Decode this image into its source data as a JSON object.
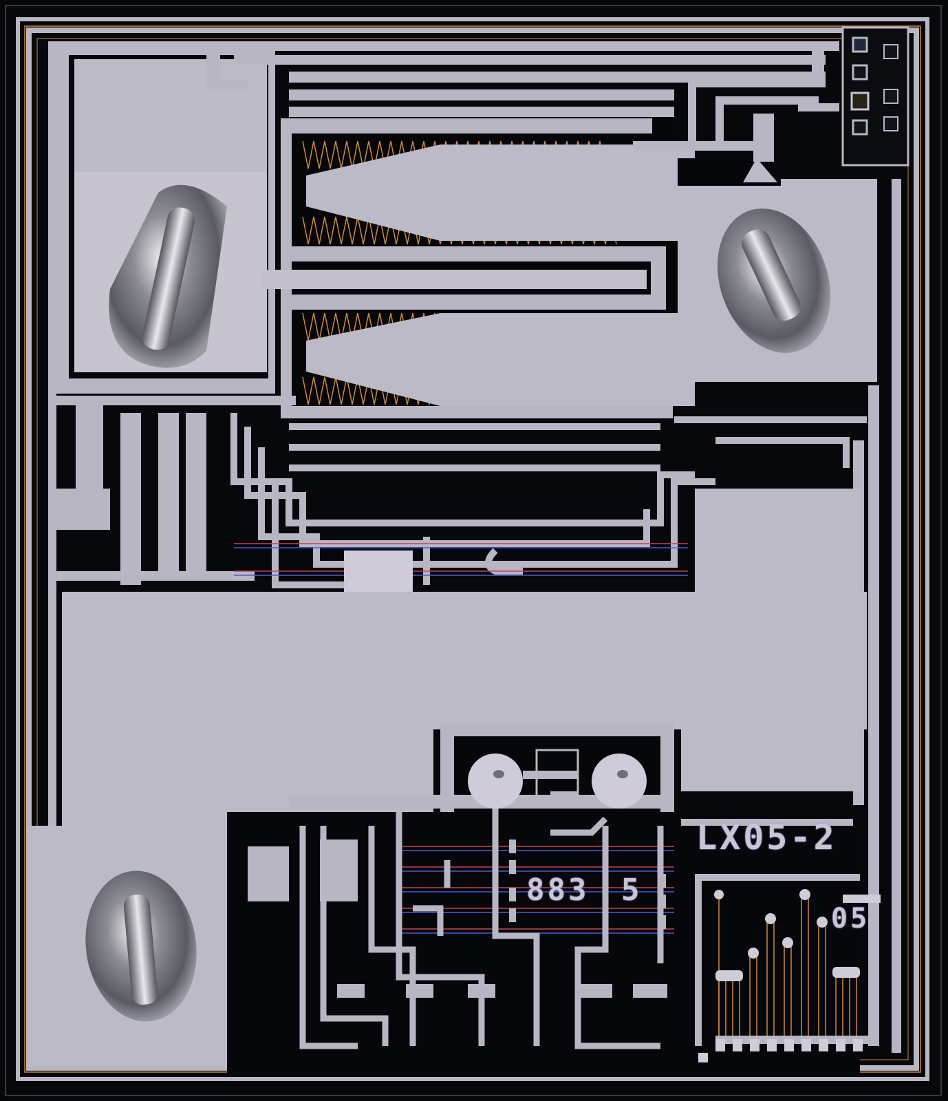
{
  "die": {
    "markings": {
      "part_id": "LX05-2",
      "code": "883",
      "code_suffix": "5",
      "rev": "05"
    },
    "colors": {
      "background": "#06070a",
      "metal": "#b9b6c4",
      "metal_light": "#cfcbd8",
      "trace_orange": "#d08a3a",
      "trace_red": "#c24450",
      "trace_blue": "#4a5cd8",
      "bond_ball": "#9a9aa2"
    },
    "features": {
      "bond_wires": 3,
      "via_pads": 2,
      "fuse_links": 8
    }
  }
}
